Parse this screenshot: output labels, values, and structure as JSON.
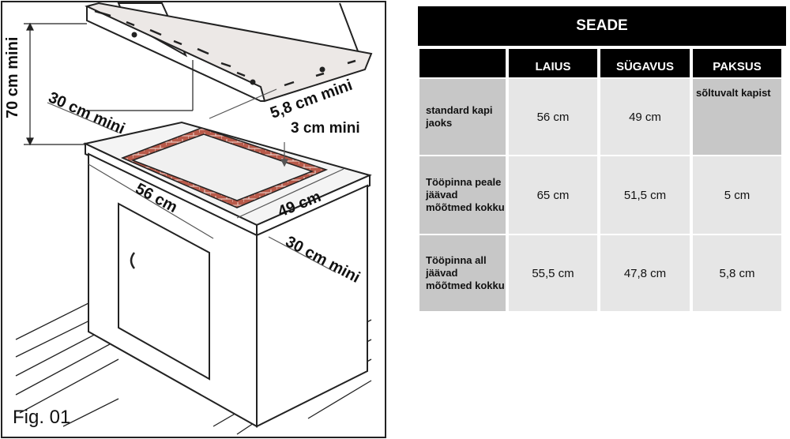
{
  "figure": {
    "caption": "Fig. 01",
    "labels": {
      "hood_height": "70 cm mini",
      "side_left": "30 cm mini",
      "hood_depth": "5,8 cm mini",
      "frame": "3 cm mini",
      "width": "56 cm",
      "depth": "49 cm",
      "side_right": "30 cm mini"
    }
  },
  "table": {
    "title": "SEADE",
    "headers": [
      "",
      "LAIUS",
      "SÜGAVUS",
      "PAKSUS"
    ],
    "rows": [
      {
        "label": "standard kapi jaoks",
        "values": [
          "56 cm",
          "49 cm",
          "sõltuvalt kapist"
        ]
      },
      {
        "label": "Tööpinna peale jäävad mõõtmed kokku",
        "values": [
          "65 cm",
          "51,5 cm",
          "5 cm"
        ]
      },
      {
        "label": "Tööpinna all jäävad mõõtmed kokku",
        "values": [
          "55,5 cm",
          "47,8 cm",
          "5,8 cm"
        ]
      }
    ]
  }
}
